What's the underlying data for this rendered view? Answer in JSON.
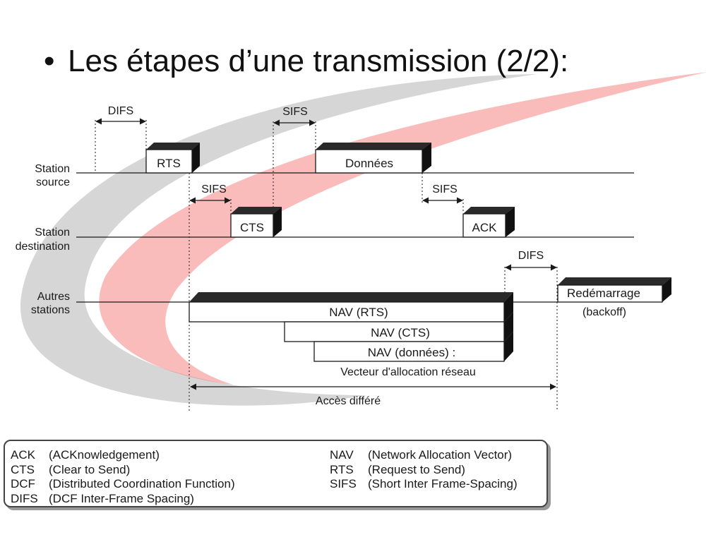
{
  "slide": {
    "title": "Les étapes d’une transmission (2/2):",
    "bullet": "•",
    "accent_red": "#f03c3c",
    "accent_grey": "#cfcfcf"
  },
  "diagram": {
    "rows": [
      {
        "id": "source",
        "line1": "Station",
        "line2": "source"
      },
      {
        "id": "destination",
        "line1": "Station",
        "line2": "destination"
      },
      {
        "id": "others",
        "line1": "Autres",
        "line2": "stations"
      }
    ],
    "frames": {
      "rts": "RTS",
      "donnees": "Données",
      "cts": "CTS",
      "ack": "ACK",
      "redemarrage": "Redémarrage",
      "backoff": "(backoff)",
      "nav_rts": "NAV (RTS)",
      "nav_cts": "NAV (CTS)",
      "nav_donnees": "NAV (données) :",
      "nav_caption": "Vecteur d'allocation réseau"
    },
    "intervals": {
      "difs_top": "DIFS",
      "sifs_top": "SIFS",
      "sifs_cts": "SIFS",
      "sifs_ack": "SIFS",
      "difs_right": "DIFS",
      "acces_differe": "Accès différé"
    }
  },
  "legend": {
    "left": [
      {
        "abbr": "ACK",
        "desc": "(ACKnowledgement)"
      },
      {
        "abbr": "CTS",
        "desc": "(Clear to Send)"
      },
      {
        "abbr": "DCF",
        "desc": "(Distributed Coordination Function)"
      },
      {
        "abbr": "DIFS",
        "desc": "(DCF Inter-Frame Spacing)"
      }
    ],
    "right": [
      {
        "abbr": "NAV",
        "desc": "(Network Allocation Vector)"
      },
      {
        "abbr": "RTS",
        "desc": "(Request to Send)"
      },
      {
        "abbr": "SIFS",
        "desc": "(Short Inter Frame-Spacing)"
      }
    ]
  }
}
